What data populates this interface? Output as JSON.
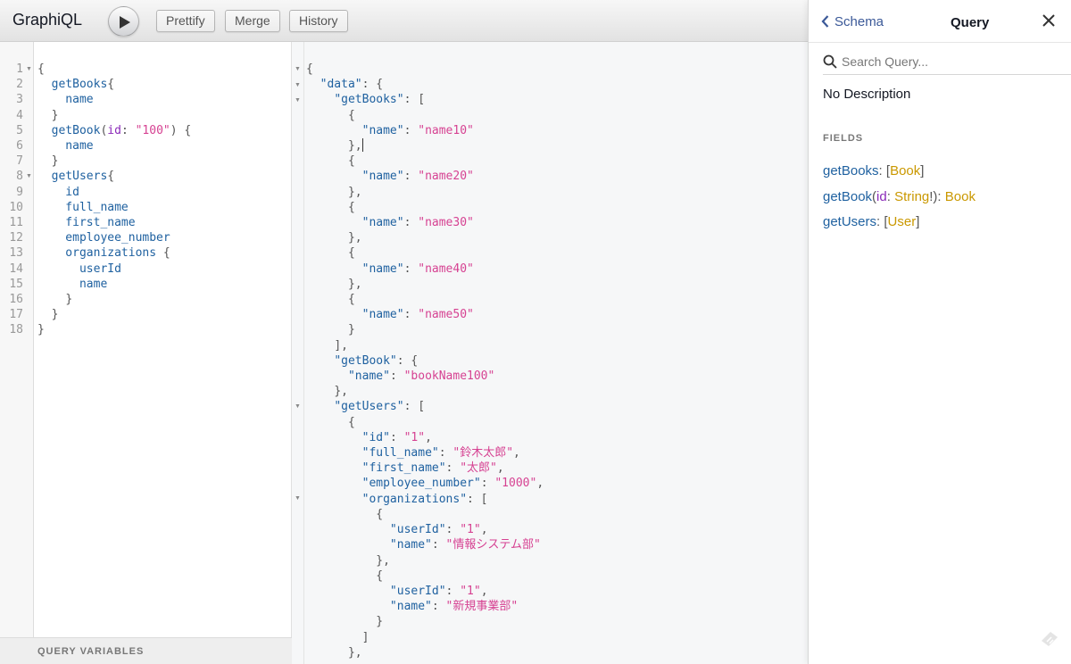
{
  "toolbar": {
    "logo": "GraphiQL",
    "prettify_label": "Prettify",
    "merge_label": "Merge",
    "history_label": "History"
  },
  "query_editor": {
    "line_numbers": [
      "1",
      "2",
      "3",
      "4",
      "5",
      "6",
      "7",
      "8",
      "9",
      "10",
      "11",
      "12",
      "13",
      "14",
      "15",
      "16",
      "17",
      "18"
    ],
    "variables_label": "QUERY VARIABLES"
  },
  "docs": {
    "back_label": "Schema",
    "title": "Query",
    "search_placeholder": "Search Query...",
    "description": "No Description",
    "fields_title": "FIELDS",
    "fields": [
      {
        "name": "getBooks",
        "sep": ": ",
        "open": "[",
        "type": "Book",
        "close": "]"
      },
      {
        "name": "getBook",
        "arg": "id",
        "arg_type": "String",
        "ret": "Book"
      },
      {
        "name": "getUsers",
        "sep": ": ",
        "open": "[",
        "type": "User",
        "close": "]"
      }
    ]
  },
  "colors": {
    "field_name": "#1f61a0",
    "type_name": "#ca9800",
    "string": "#d64292",
    "link": "#3b5998"
  }
}
